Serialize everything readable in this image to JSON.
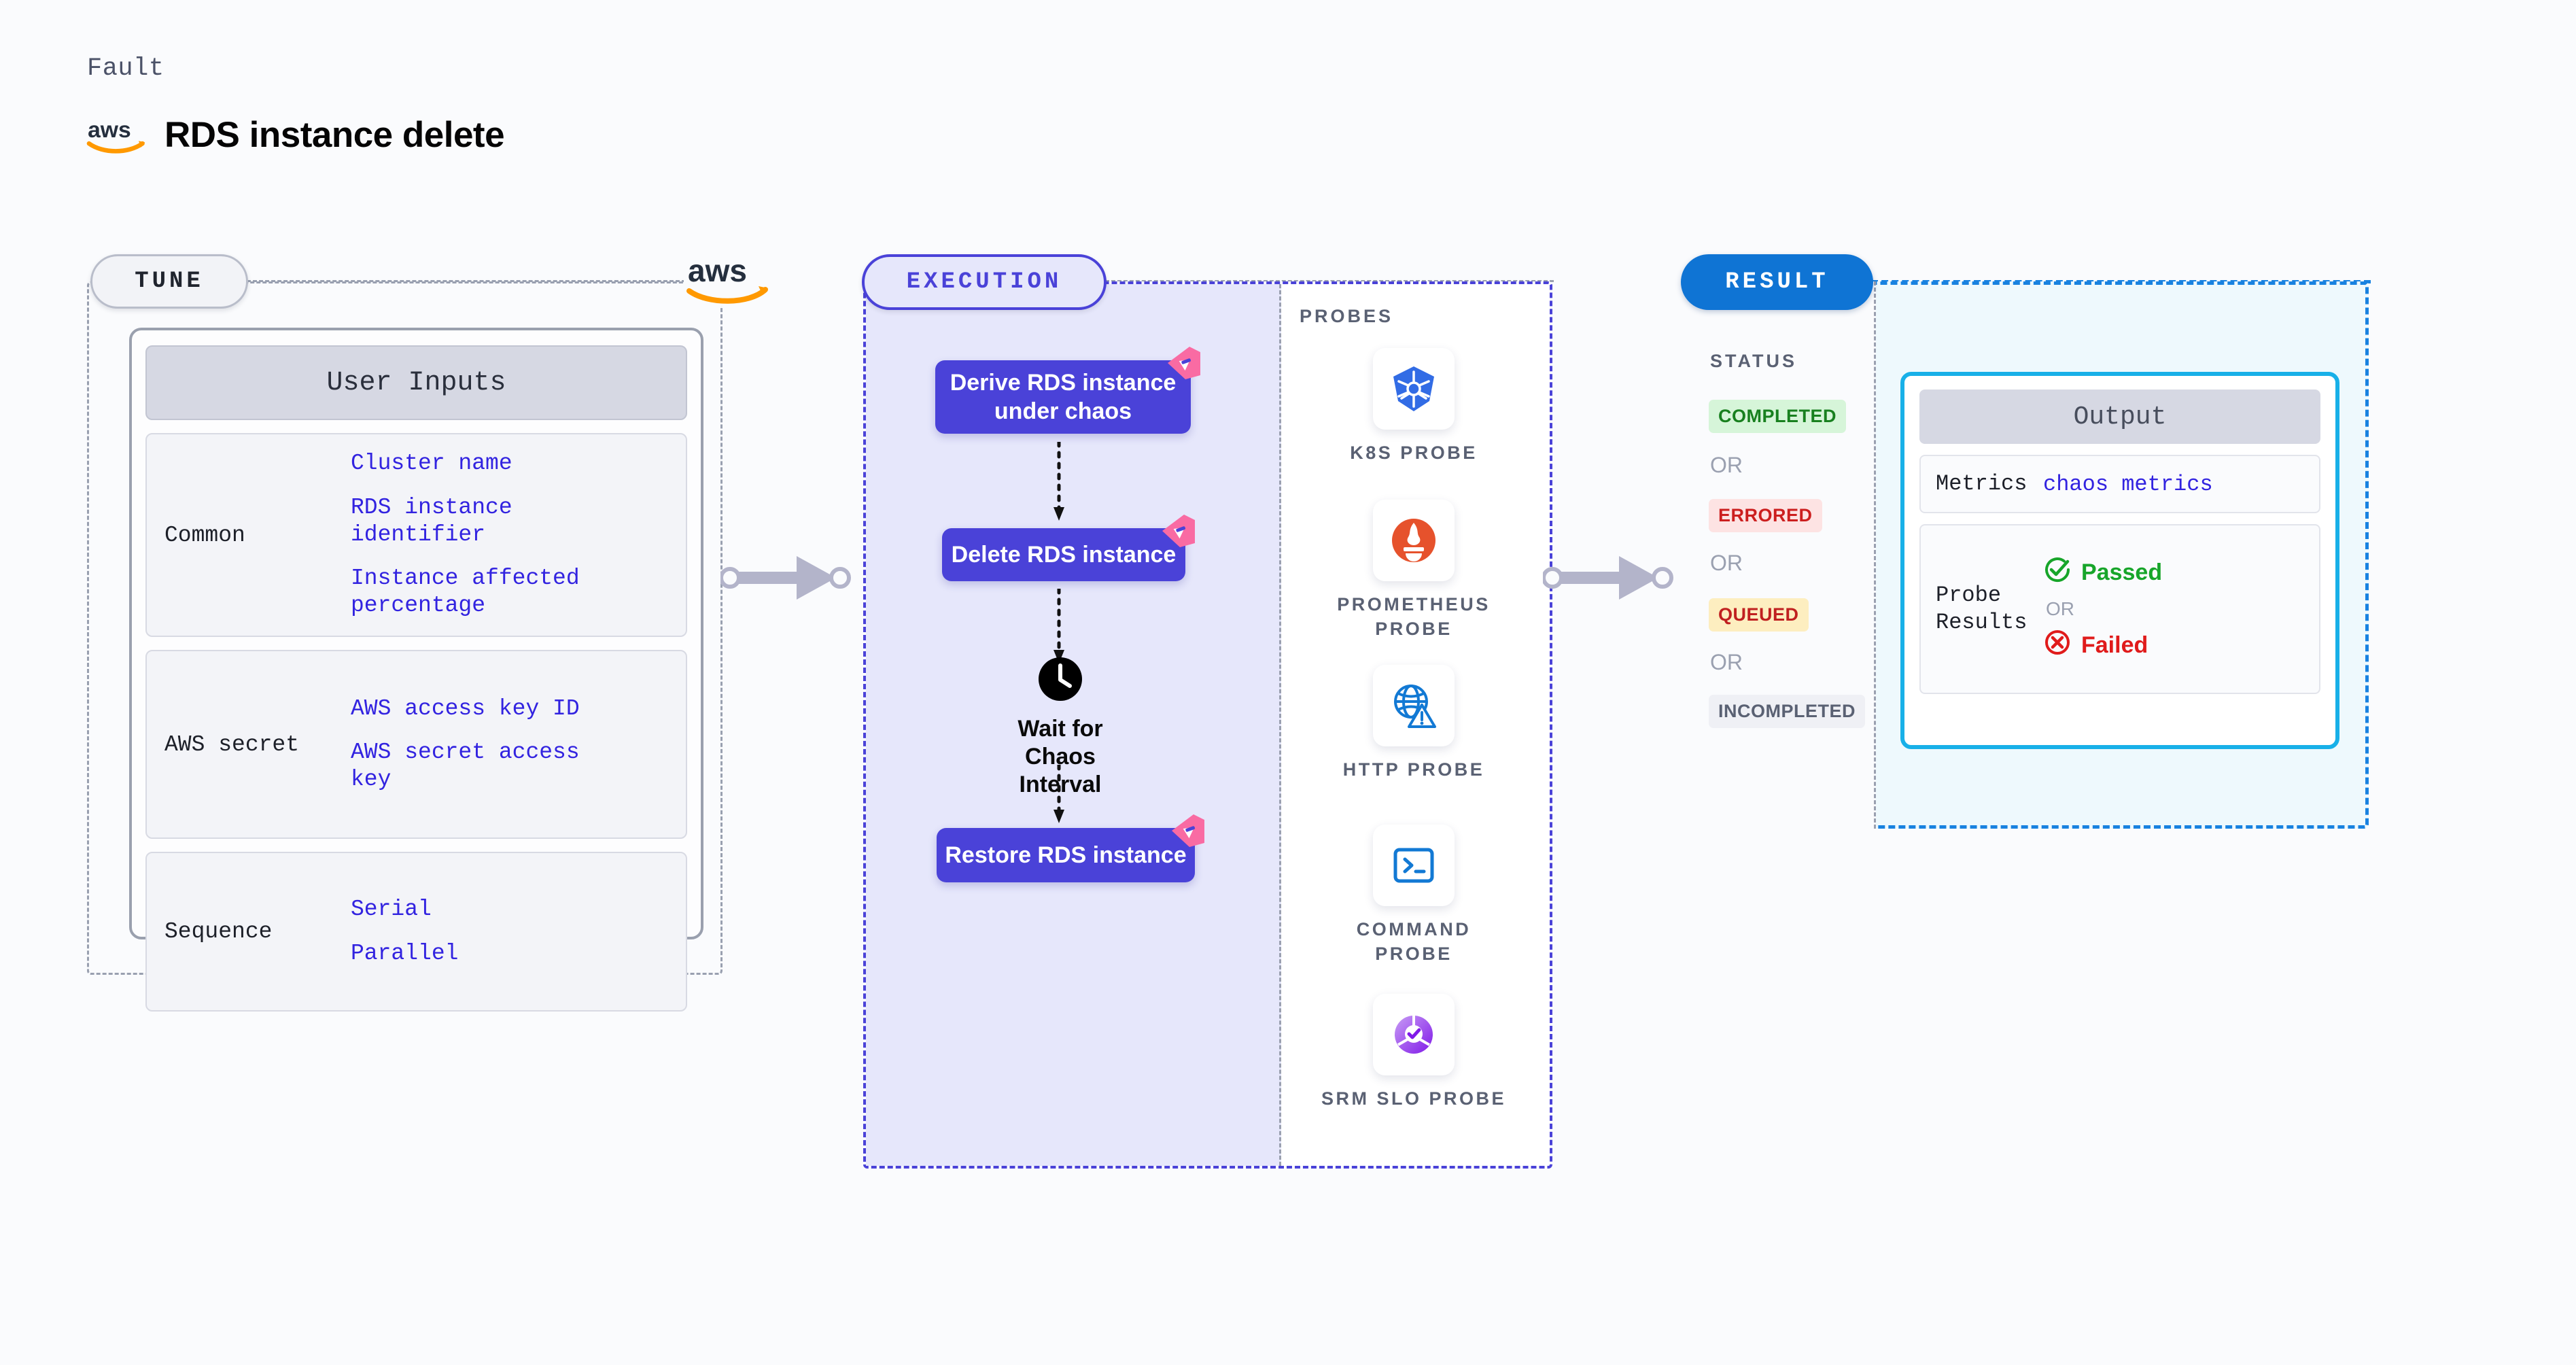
{
  "header": {
    "kicker": "Fault",
    "title": "RDS instance delete",
    "brand_icon": "aws-logo-icon"
  },
  "colors": {
    "accent_indigo": "#4a42d8",
    "accent_blue": "#0f74d4",
    "accent_cyan": "#18b0e8",
    "value_blue": "#3223e0",
    "pink_badge": "#f96ba3",
    "status_completed": "#18801f",
    "status_errored": "#cc1f1f",
    "status_queued": "#c02020",
    "status_incompleted": "#5a6173",
    "pass_green": "#17a52a",
    "fail_red": "#e01b1b"
  },
  "tune": {
    "pill_label": "TUNE",
    "brand_icon": "aws-logo-icon",
    "card_title": "User Inputs",
    "groups": [
      {
        "label": "Common",
        "values": [
          "Cluster name",
          "RDS instance identifier",
          "Instance affected percentage"
        ]
      },
      {
        "label": "AWS secret",
        "values": [
          "AWS access key ID",
          "AWS secret access key"
        ]
      },
      {
        "label": "Sequence",
        "values": [
          "Serial",
          "Parallel"
        ]
      }
    ]
  },
  "execution": {
    "pill_label": "EXECUTION",
    "steps": [
      {
        "label": "Derive RDS instance under chaos",
        "badge_icon": "pink-play-badge-icon"
      },
      {
        "label": "Delete RDS instance",
        "badge_icon": "pink-play-badge-icon"
      },
      {
        "label": "Restore RDS instance",
        "badge_icon": "pink-play-badge-icon"
      }
    ],
    "wait": {
      "icon": "clock-icon",
      "label": "Wait for Chaos Interval"
    }
  },
  "probes": {
    "title": "PROBES",
    "items": [
      {
        "label": "K8S PROBE",
        "icon": "kubernetes-icon"
      },
      {
        "label": "PROMETHEUS PROBE",
        "icon": "prometheus-icon"
      },
      {
        "label": "HTTP PROBE",
        "icon": "globe-warning-icon"
      },
      {
        "label": "COMMAND PROBE",
        "icon": "terminal-icon"
      },
      {
        "label": "SRM SLO PROBE",
        "icon": "srm-slo-icon"
      }
    ]
  },
  "result": {
    "pill_label": "RESULT",
    "status_title": "STATUS",
    "or_label": "OR",
    "statuses": [
      {
        "label": "COMPLETED"
      },
      {
        "label": "ERRORED"
      },
      {
        "label": "QUEUED"
      },
      {
        "label": "INCOMPLETED"
      }
    ],
    "output": {
      "title": "Output",
      "metrics_label": "Metrics",
      "metrics_value": "chaos metrics",
      "probe_label": "Probe Results",
      "passed_label": "Passed",
      "failed_label": "Failed",
      "or_label": "OR",
      "passed_icon": "check-circle-icon",
      "failed_icon": "x-circle-icon"
    }
  },
  "connectors": {
    "arrow_icon": "right-arrow-connector-icon"
  }
}
